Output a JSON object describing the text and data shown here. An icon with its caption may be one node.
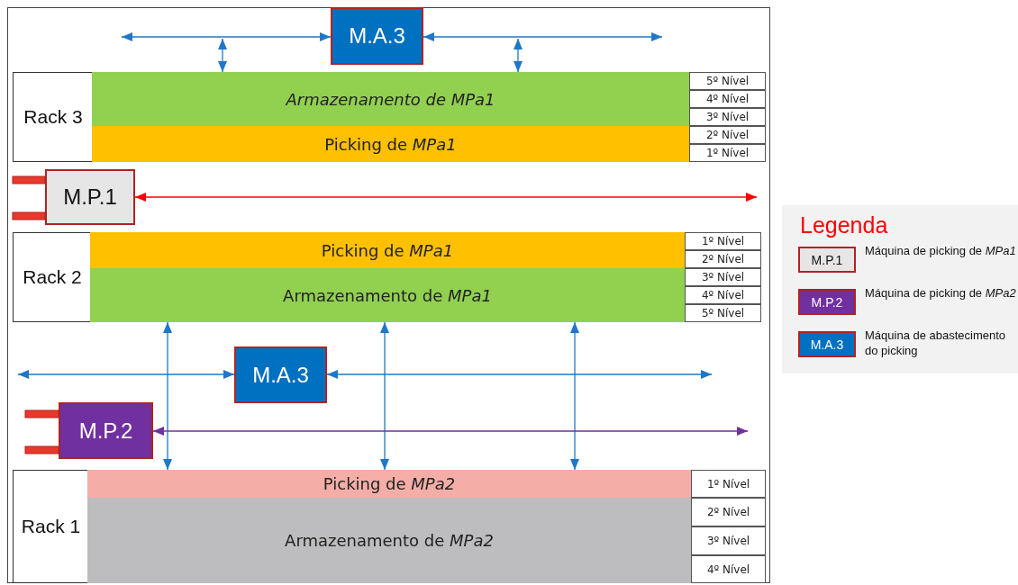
{
  "diagram": {
    "nodes": [
      {
        "text": [
          "Rack 3"
        ]
      },
      {
        "text": [
          "Armazenamento de MPa1"
        ],
        "in": 0
      },
      {
        "text": [
          "Picking de *MPa1*"
        ],
        "in": 0
      },
      {
        "text": [
          "5º Nível"
        ],
        "in": 0
      },
      {
        "text": [
          "4º Nível"
        ],
        "in": 0
      },
      {
        "text": [
          "3º Nível"
        ],
        "in": 0
      },
      {
        "text": [
          "2º Nível"
        ],
        "in": 0
      },
      {
        "text": [
          "1º Nível"
        ],
        "in": 0
      },
      {
        "text": [
          "M.A.3"
        ]
      },
      {
        "text": [
          "M.P.1"
        ]
      },
      {
        "text": [
          "Rack 2"
        ]
      },
      {
        "text": [
          "Picking de *MPa1*"
        ],
        "in": 10
      },
      {
        "text": [
          "Armazenamento de *MPa1*"
        ],
        "in": 10
      },
      {
        "text": [
          "1º Nível"
        ],
        "in": 10
      },
      {
        "text": [
          "2º Nível"
        ],
        "in": 10
      },
      {
        "text": [
          "3º Nível"
        ],
        "in": 10
      },
      {
        "text": [
          "4º Nível"
        ],
        "in": 10
      },
      {
        "text": [
          "5º Nível"
        ],
        "in": 10
      },
      {
        "text": [
          "M.A.3"
        ]
      },
      {
        "text": [
          "M.P.2"
        ]
      },
      {
        "text": [
          "Rack 1"
        ]
      },
      {
        "text": [
          "Picking de *MPa2*"
        ],
        "in": 20
      },
      {
        "text": [
          "Armazenamento de *MPa2*"
        ],
        "in": 20
      },
      {
        "text": [
          "1º Nível"
        ],
        "in": 20
      },
      {
        "text": [
          "2º Nível"
        ],
        "in": 20
      },
      {
        "text": [
          "3º Nível"
        ],
        "in": 20
      },
      {
        "text": [
          "4º Nível"
        ],
        "in": 20
      }
    ],
    "edges": [
      {
        "from": 8,
        "to": null,
        "arrow": "both"
      },
      {
        "from": 8,
        "to": null,
        "arrow": "both"
      },
      {
        "from": null,
        "to": 1,
        "arrow": "both"
      },
      {
        "from": null,
        "to": 1,
        "arrow": "both"
      },
      {
        "from": 9,
        "to": null,
        "arrow": "both",
        "color": "#ff0000"
      },
      {
        "from": 18,
        "to": null,
        "arrow": "both"
      },
      {
        "from": 18,
        "to": null,
        "arrow": "both"
      },
      {
        "from": 12,
        "to": 21,
        "arrow": "both"
      },
      {
        "from": 12,
        "to": 21,
        "arrow": "both"
      },
      {
        "from": 12,
        "to": 21,
        "arrow": "both"
      },
      {
        "from": 19,
        "to": null,
        "arrow": "both",
        "color": "#7030a0"
      }
    ],
    "labels": [
      "Legenda",
      "M.P.1",
      "M.P.2",
      "M.A.3"
    ],
    "legend": [
      {
        "text": "Máquina de picking de *MPa1*",
        "color": "#e7e6e6"
      },
      {
        "text": "Máquina de picking de *MPa2*",
        "color": "#7030a0"
      },
      {
        "text": "Máquina de abastecimento do picking",
        "color": "#0070c0"
      }
    ]
  }
}
